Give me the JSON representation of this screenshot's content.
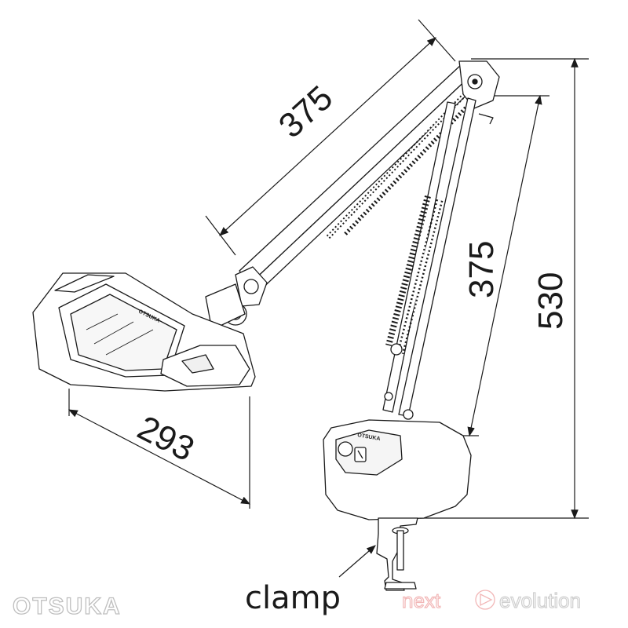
{
  "dimensions": {
    "upper_arm": "375",
    "lower_arm": "375",
    "total_height": "530",
    "head_width": "293"
  },
  "labels": {
    "clamp": "clamp"
  },
  "branding": {
    "left_logo": "OTSUKA",
    "right_logo_a": "next",
    "right_logo_b": "evolution",
    "head_mark": "OTSUKA",
    "base_mark": "OTSUKA",
    "accent_color": "#f2b7b7",
    "logo_color": "#bfbfbf"
  }
}
